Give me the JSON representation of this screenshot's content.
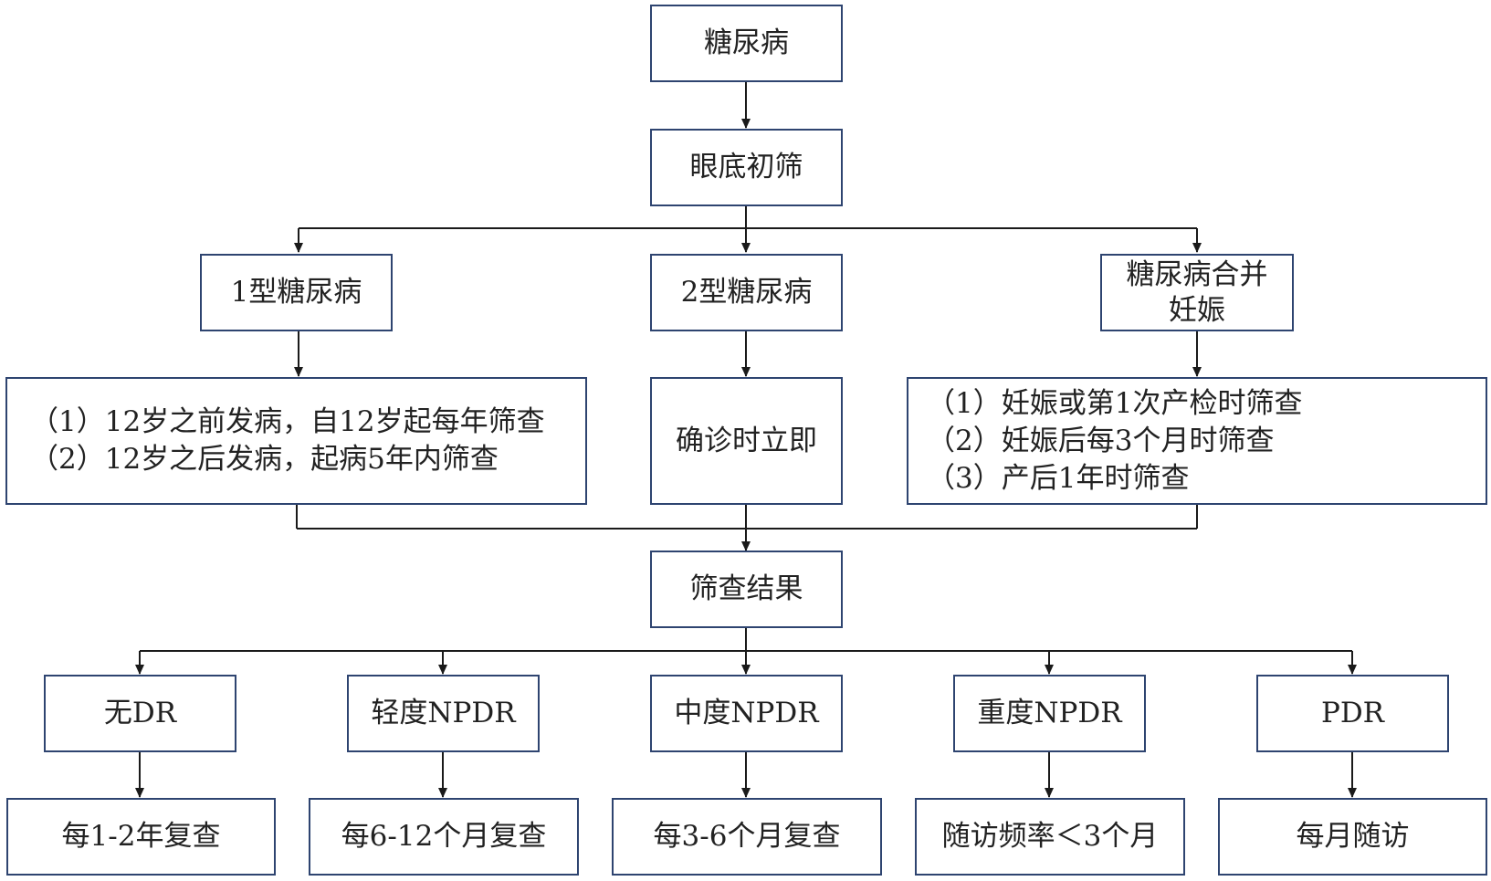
{
  "nodes": {
    "diabetes": "糖尿病",
    "initial_screening": "眼底初筛",
    "type1": "1型糖尿病",
    "type2": "2型糖尿病",
    "pregnancy": [
      "糖尿病合并",
      "妊娠"
    ],
    "type1_schedule": [
      "（1）12岁之前发病，自12岁起每年筛查",
      "（2）12岁之后发病，起病5年内筛查"
    ],
    "type2_schedule": "确诊时立即",
    "pregnancy_schedule": [
      "（1）妊娠或第1次产检时筛查",
      "（2）妊娠后每3个月时筛查",
      "（3）产后1年时筛查"
    ],
    "screening_result": "筛查结果",
    "no_dr": "无DR",
    "mild_npdr": "轻度NPDR",
    "moderate_npdr": "中度NPDR",
    "severe_npdr": "重度NPDR",
    "pdr": "PDR",
    "followup_no_dr": "每1-2年复查",
    "followup_mild": "每6-12个月复查",
    "followup_moderate": "每3-6个月复查",
    "followup_severe": "随访频率＜3个月",
    "followup_pdr": "每月随访"
  },
  "colors": {
    "box_border": "#2e4470",
    "connector": "#1a1a1a",
    "text": "#222222",
    "background": "#ffffff"
  }
}
